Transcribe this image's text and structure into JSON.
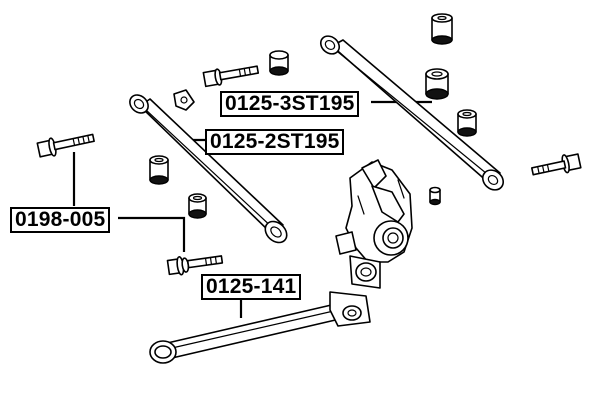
{
  "diagram": {
    "labels": {
      "arm_upper_right": "0125-3ST195",
      "arm_upper_left": "0125-2ST195",
      "bolt_cam": "0198-005",
      "arm_lower": "0125-141"
    }
  }
}
